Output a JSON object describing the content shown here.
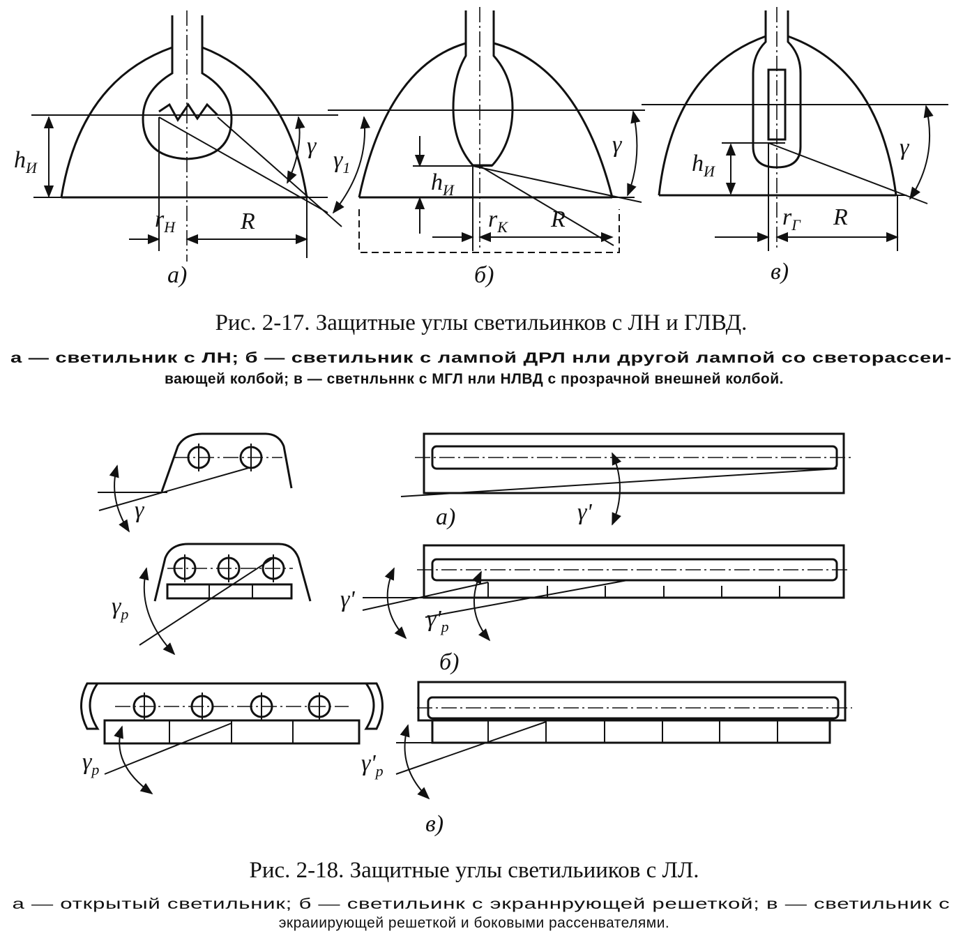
{
  "figure17": {
    "panels": {
      "a": {
        "label": "а)",
        "hi": "h",
        "hi_sub": "И",
        "rn": "r",
        "rn_sub": "Н",
        "R": "R",
        "gamma": "γ",
        "gamma1": "γ",
        "gamma1_sub": "1"
      },
      "b": {
        "label": "б)",
        "hi": "h",
        "hi_sub": "И",
        "rk": "r",
        "rk_sub": "К",
        "R": "R",
        "gamma": "γ"
      },
      "v": {
        "label": "в)",
        "hi": "h",
        "hi_sub": "И",
        "rg": "r",
        "rg_sub": "Г",
        "R": "R",
        "gamma": "γ"
      }
    },
    "caption": "Рис. 2-17. Защитные углы светильинков с ЛН и ГЛВД.",
    "note_line1": "а — светильник с ЛН; б — светильник с лампой ДРЛ нли другой лампой со светорассеи-",
    "note_line2": "вающей колбой; в — светнльннк с МГЛ нли НЛВД с прозрачной внешней колбой."
  },
  "figure18": {
    "panels": {
      "a": {
        "label": "а)",
        "gamma": "γ",
        "gamma_prime": "γ'"
      },
      "b": {
        "label": "б)",
        "gamma_p": "γ",
        "gamma_p_sub": "р",
        "gamma_prime": "γ'",
        "gamma_p_prime": "γ'",
        "gamma_p_prime_sub": "р"
      },
      "v": {
        "label": "в)",
        "gamma_p": "γ",
        "gamma_p_sub": "р",
        "gamma_p_prime": "γ'",
        "gamma_p_prime_sub": "р"
      }
    },
    "caption": "Рис. 2-18. Защитные углы светильииков с ЛЛ.",
    "note_line1": "а — открытый светильник; б — светильинк с экраннрующей решеткой; в — светильник с",
    "note_line2": "экраиирующей решеткой и боковыми рассенвателями."
  }
}
